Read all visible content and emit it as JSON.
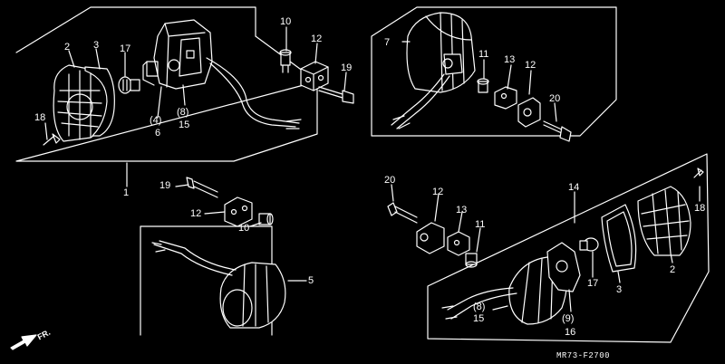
{
  "callouts": {
    "tl_2": "2",
    "tl_3": "3",
    "tl_17": "17",
    "tl_18": "18",
    "tl_4": "(4)",
    "tl_6": "6",
    "tl_8": "(8)",
    "tl_15": "15",
    "tl_10": "10",
    "tl_12": "12",
    "tl_19": "19",
    "tl_1": "1",
    "tr_7": "7",
    "tr_11": "11",
    "tr_13": "13",
    "tr_12": "12",
    "tr_20": "20",
    "bl_19": "19",
    "bl_12": "12",
    "bl_10": "10",
    "bl_5": "5",
    "br_20": "20",
    "br_12": "12",
    "br_13": "13",
    "br_11": "11",
    "br_14": "14",
    "br_18": "18",
    "br_2": "2",
    "br_3": "3",
    "br_17": "17",
    "br_9": "(9)",
    "br_16": "16",
    "br_8": "(8)",
    "br_15": "15"
  },
  "direction_label": "FR.",
  "diagram_code": "MR73-F2700"
}
